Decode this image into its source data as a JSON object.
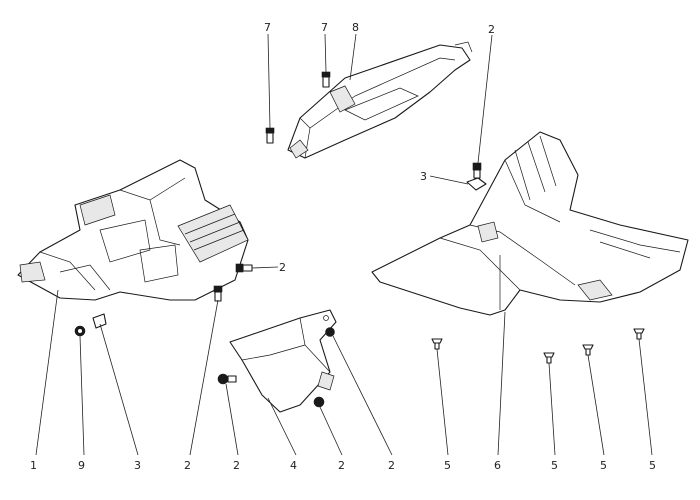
{
  "diagram": {
    "callouts": [
      {
        "id": "c1",
        "text": "1"
      },
      {
        "id": "c9",
        "text": "9"
      },
      {
        "id": "c3a",
        "text": "3"
      },
      {
        "id": "c2a",
        "text": "2"
      },
      {
        "id": "c2b",
        "text": "2"
      },
      {
        "id": "c4",
        "text": "4"
      },
      {
        "id": "c2c",
        "text": "2"
      },
      {
        "id": "c2d",
        "text": "2"
      },
      {
        "id": "c5a",
        "text": "5"
      },
      {
        "id": "c6",
        "text": "6"
      },
      {
        "id": "c5b",
        "text": "5"
      },
      {
        "id": "c5c",
        "text": "5"
      },
      {
        "id": "c5d",
        "text": "5"
      },
      {
        "id": "c2e",
        "text": "2"
      },
      {
        "id": "c7a",
        "text": "7"
      },
      {
        "id": "c7b",
        "text": "7"
      },
      {
        "id": "c8",
        "text": "8"
      },
      {
        "id": "c2f",
        "text": "2"
      },
      {
        "id": "c3b",
        "text": "3"
      }
    ]
  }
}
